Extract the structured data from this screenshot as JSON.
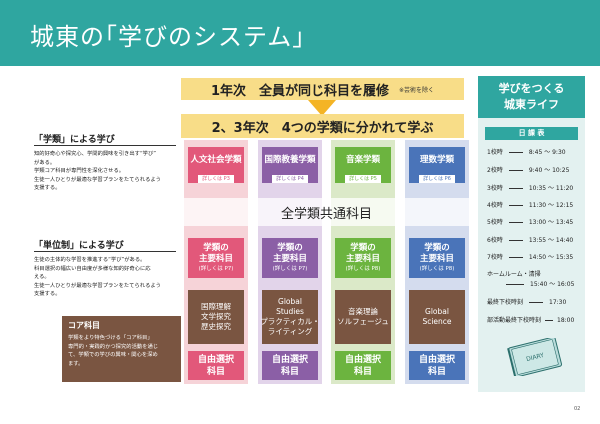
{
  "header": {
    "title": "城東の｢学びのシステム｣"
  },
  "banners": {
    "year1": "1年次　全員が同じ科目を履修",
    "year1_note": "※芸術を除く",
    "year23": "2、3年次　4つの学類に分かれて学ぶ"
  },
  "courses": [
    {
      "name": "人文社会学類",
      "detail": "詳しくは P3"
    },
    {
      "name": "国際教養学類",
      "detail": "詳しくは P4"
    },
    {
      "name": "音楽学類",
      "detail": "詳しくは P5"
    },
    {
      "name": "理数学類",
      "detail": "詳しくは P6"
    }
  ],
  "common": "全学類共通科目",
  "majors": [
    {
      "l1": "学類の",
      "l2": "主要科目",
      "detail": "(詳しくは P7)"
    },
    {
      "l1": "学類の",
      "l2": "主要科目",
      "detail": "(詳しくは P7)"
    },
    {
      "l1": "学類の",
      "l2": "主要科目",
      "detail": "(詳しくは P8)"
    },
    {
      "l1": "学類の",
      "l2": "主要科目",
      "detail": "(詳しくは P8)"
    }
  ],
  "subjects": [
    [
      "国際理解",
      "文学探究",
      "歴史探究"
    ],
    [
      "Global",
      "Studies",
      "プラクティカル・",
      "ライティング"
    ],
    [
      "音楽理論",
      "ソルフェージュ"
    ],
    [
      "Global",
      "Science"
    ]
  ],
  "electives": [
    [
      "自由選択",
      "科目"
    ],
    [
      "自由選択",
      "科目"
    ],
    [
      "自由選択",
      "科目"
    ],
    [
      "自由選択",
      "科目"
    ]
  ],
  "gakurui": {
    "head": "「学類」による学び",
    "lines": [
      "知的好奇心や探究心、学問的興味を引き出す“学び”",
      "がある。",
      "学類コア科目が専門性を深化させる。",
      "生徒一人ひとりが最適な学習プランをたてられるよう",
      "支援する。"
    ]
  },
  "tanisei": {
    "head": "「単位制」による学び",
    "lines": [
      "生徒の主体的な学習を推進する“学び”がある。",
      "科目選択の幅広い自由度が多様な知的好奇心に応",
      "える。",
      "生徒一人ひとりが最適な学習プランをたてられるよう",
      "支援する。"
    ]
  },
  "core": {
    "title": "コア科目",
    "lines": [
      "学類をより特色づける「コア科目」",
      "専門的・実践的かつ探究的活動を通じ",
      "て、学類での学びの興味・関心を深め",
      "ます。"
    ]
  },
  "life": {
    "title1": "学びをつくる",
    "title2": "城東ライフ",
    "schedule_label": "日 課 表",
    "periods": [
      {
        "label": "1校時",
        "time": "8:45 ～ 9:30"
      },
      {
        "label": "2校時",
        "time": "9:40 ～ 10:25"
      },
      {
        "label": "3校時",
        "time": "10:35 ～ 11:20"
      },
      {
        "label": "4校時",
        "time": "11:30 ～ 12:15"
      },
      {
        "label": "5校時",
        "time": "13:00 ～ 13:45"
      },
      {
        "label": "6校時",
        "time": "13:55 ～ 14:40"
      },
      {
        "label": "7校時",
        "time": "14:50 ～ 15:35"
      }
    ],
    "homeroom_label": "ホームルーム・清掃",
    "homeroom_time": "15:40 ～ 16:05",
    "last_leave_label": "最終下校時刻",
    "last_leave_time": "17:30",
    "club_leave_label": "部活動最終下校時刻",
    "club_leave_time": "18:00",
    "notebook": "DIARY"
  },
  "page_number": "02"
}
